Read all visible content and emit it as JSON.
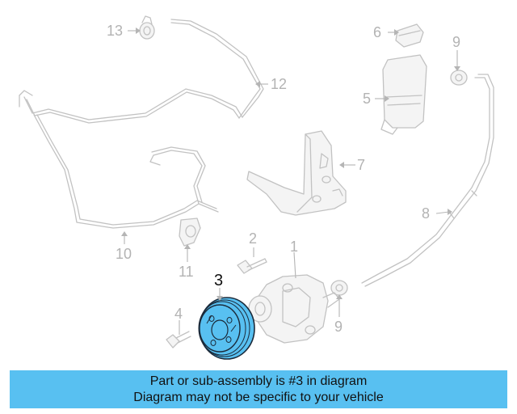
{
  "diagram": {
    "callouts": [
      "1",
      "2",
      "3",
      "4",
      "5",
      "6",
      "7",
      "8",
      "9",
      "9",
      "10",
      "11",
      "12",
      "13"
    ],
    "highlighted_callout": "3",
    "highlight_color": "#58c0f1"
  },
  "banner": {
    "line1": "Part or sub-assembly is #3 in diagram",
    "line2": "Diagram may not be specific to your vehicle",
    "background": "#58c0f1"
  }
}
